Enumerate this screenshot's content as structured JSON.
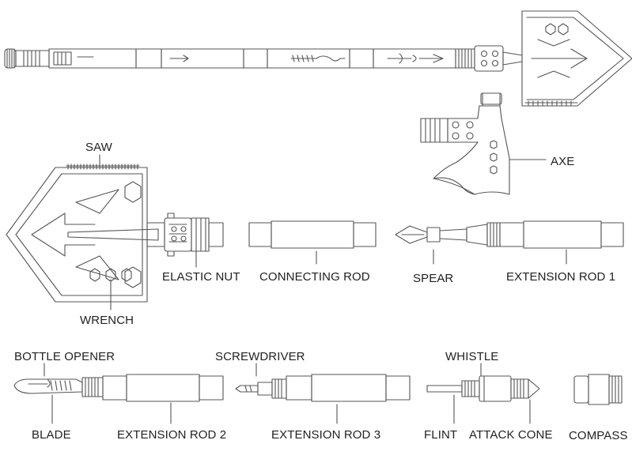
{
  "labels": {
    "saw": "SAW",
    "axe": "AXE",
    "elastic_nut": "ELASTIC NUT",
    "connecting_rod": "CONNECTING ROD",
    "spear": "SPEAR",
    "extension_rod_1": "EXTENSION ROD 1",
    "wrench": "WRENCH",
    "bottle_opener": "BOTTLE OPENER",
    "screwdriver": "SCREWDRIVER",
    "whistle": "WHISTLE",
    "blade": "BLADE",
    "extension_rod_2": "EXTENSION ROD 2",
    "extension_rod_3": "EXTENSION ROD 3",
    "flint": "FLINT",
    "attack_cone": "ATTACK CONE",
    "compass": "COMPASS"
  },
  "colors": {
    "line": "#555555",
    "text": "#222222",
    "background": "#ffffff"
  }
}
